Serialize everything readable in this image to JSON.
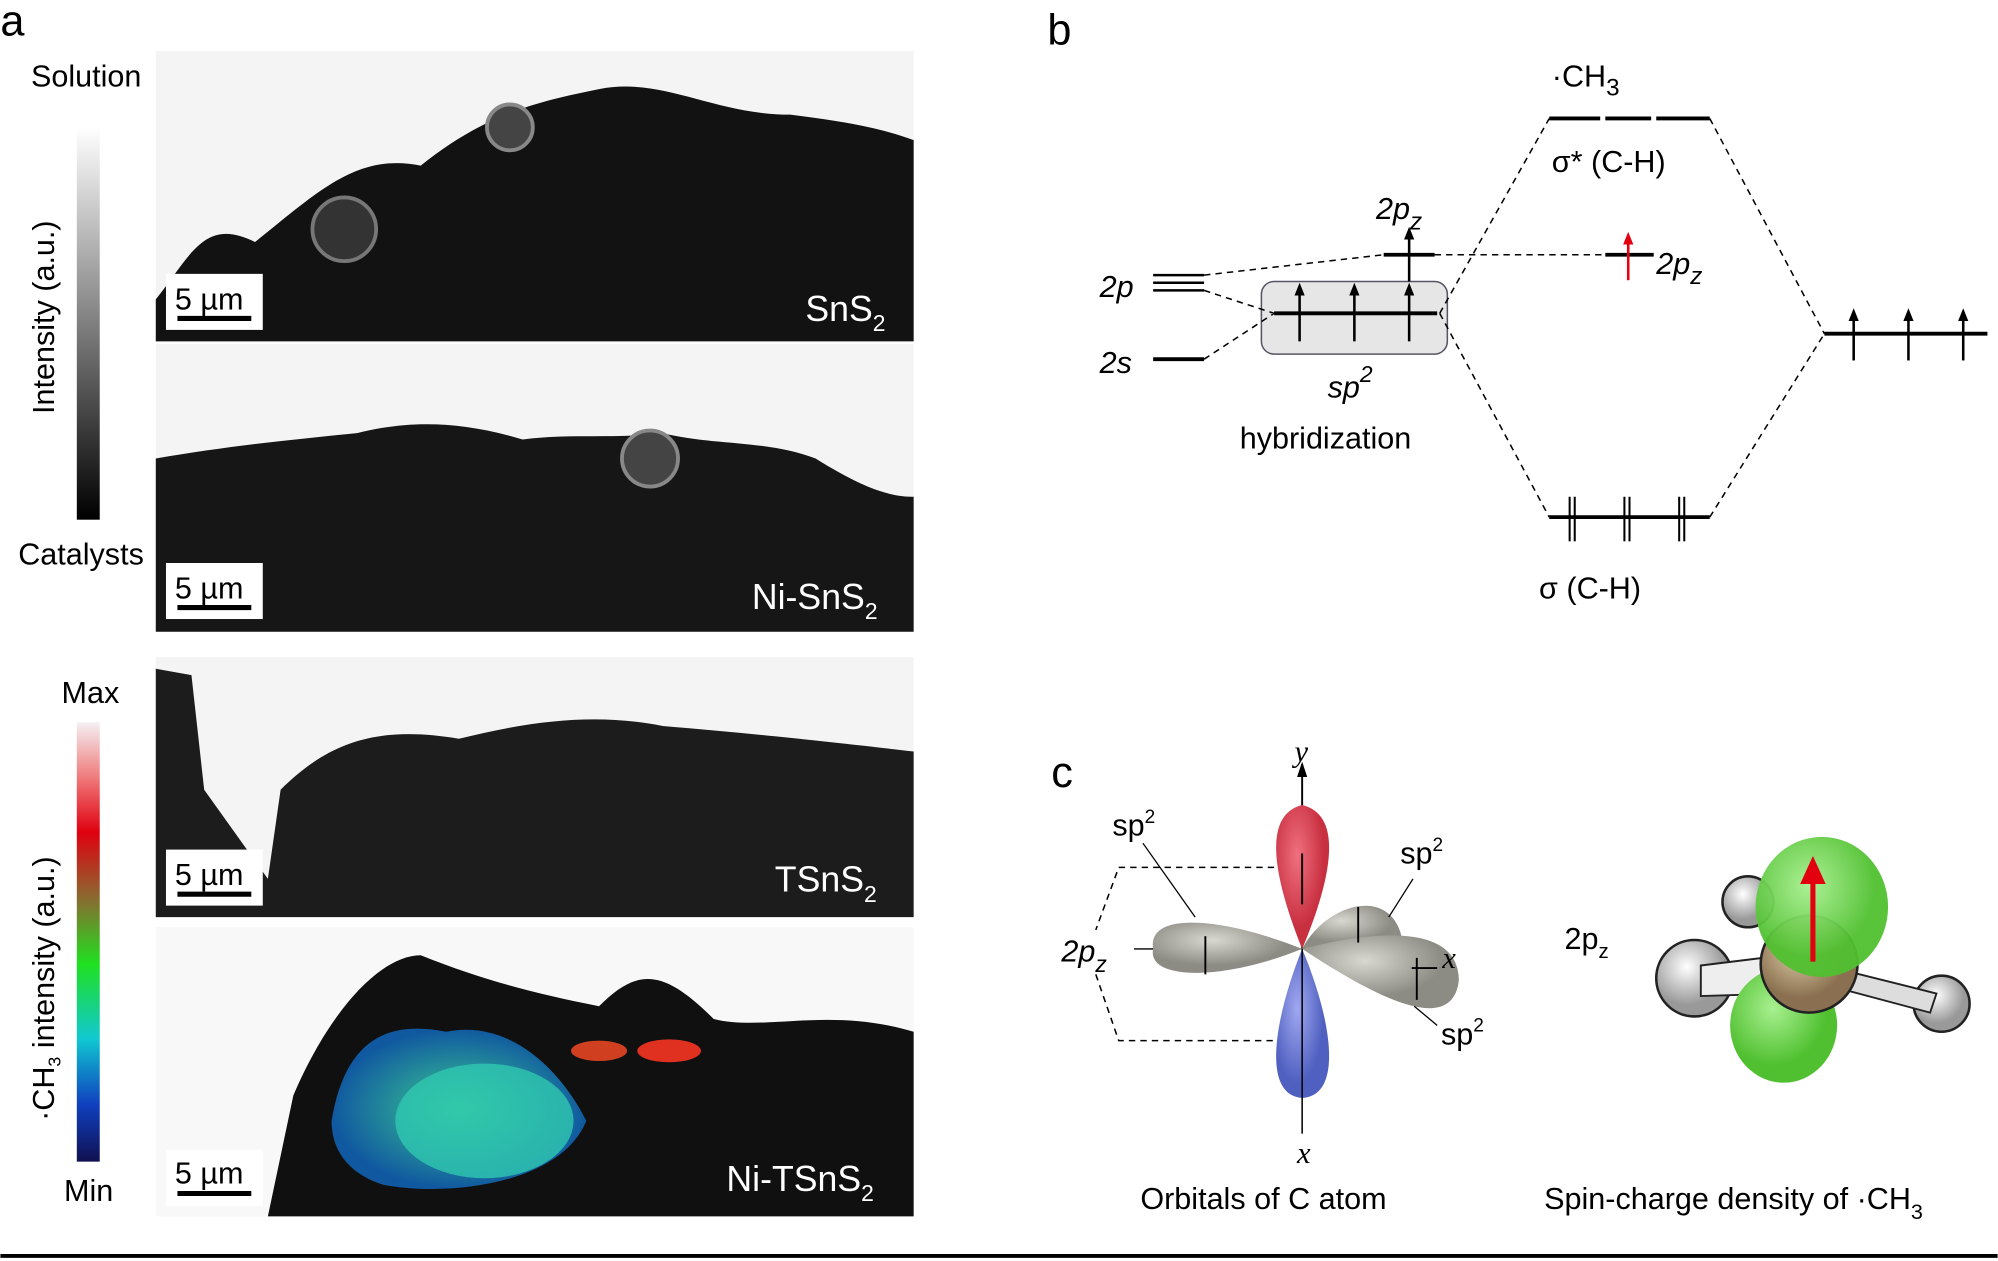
{
  "panel_a": {
    "label": "a",
    "gray_colorbar": {
      "top": "Solution",
      "bottom": "Catalysts",
      "axis": "Intensity (a.u.)"
    },
    "color_colorbar": {
      "top": "Max",
      "bottom": "Min",
      "axis_pre": "·CH",
      "axis_sub": "3",
      "axis_post": " intensity (a.u.)"
    },
    "images": [
      {
        "name": "SnS",
        "sub": "2",
        "scale": "5 µm"
      },
      {
        "name": "Ni-SnS",
        "sub": "2",
        "scale": "5 µm"
      },
      {
        "name": "TSnS",
        "sub": "2",
        "scale": "5 µm"
      },
      {
        "name": "Ni-TSnS",
        "sub": "2",
        "scale": "5 µm"
      }
    ]
  },
  "panel_b": {
    "label": "b",
    "ch3": "·CH",
    "ch3_sub": "3",
    "sigma_star": "σ* (C-H)",
    "sigma": "σ (C-H)",
    "p2": "2p",
    "s2": "2s",
    "p2z": "2p",
    "z": "z",
    "sp": "sp",
    "sp_sup": "2",
    "hybridization": "hybridization",
    "accent": "#e3000f"
  },
  "panel_c": {
    "label": "c",
    "axis_y": "y",
    "axis_x": "x",
    "axis_x2": "x",
    "sp2": "sp",
    "sup": "2",
    "p2z": "2p",
    "z": "z",
    "caption_left": "Orbitals of C atom",
    "caption_right_pre": "Spin-charge density of ·CH",
    "caption_right_sub": "3"
  }
}
